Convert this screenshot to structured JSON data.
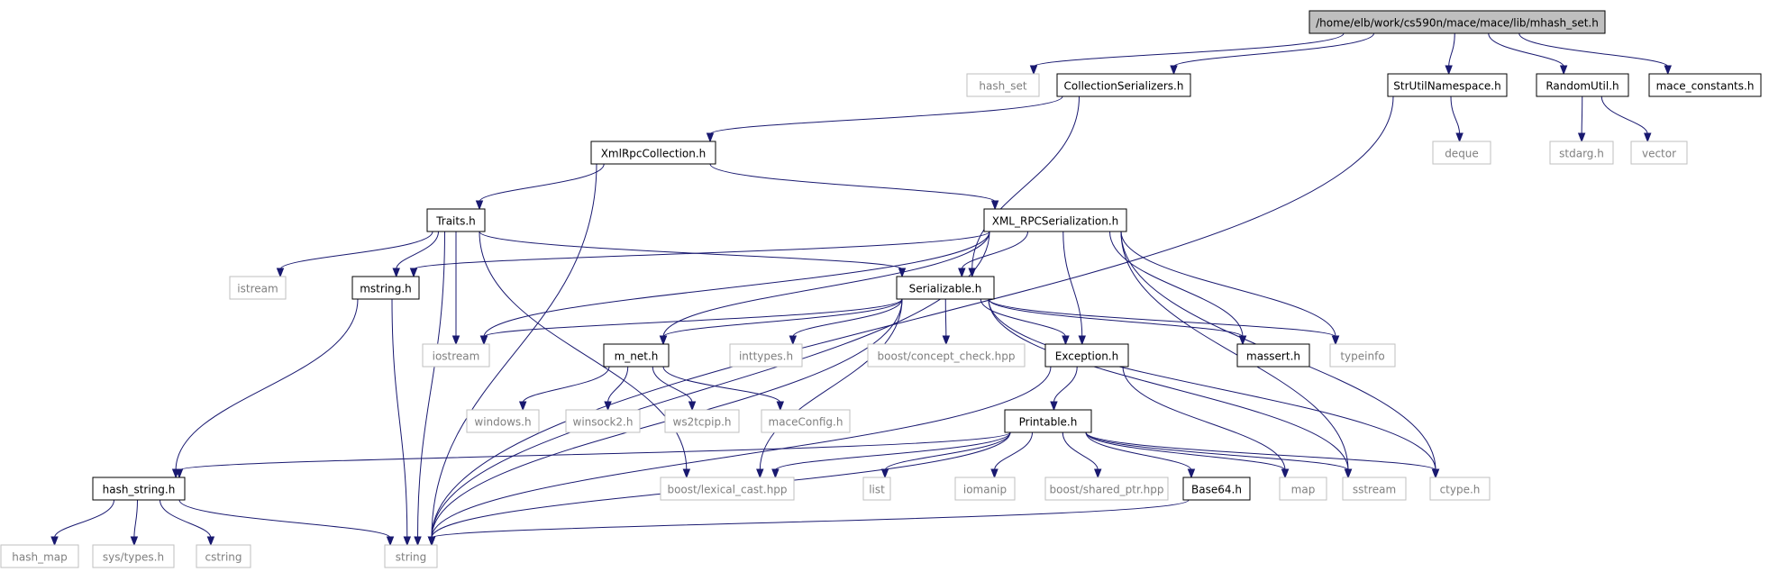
{
  "root": "mhash_set",
  "nodes": {
    "mhash_set": {
      "label": "/home/elb/work/cs590n/mace/mace/lib/mhash_set.h",
      "kind": "root"
    },
    "hash_set": {
      "label": "hash_set",
      "kind": "external"
    },
    "CollectionSerializers": {
      "label": "CollectionSerializers.h",
      "kind": "local"
    },
    "StrUtilNamespace": {
      "label": "StrUtilNamespace.h",
      "kind": "local"
    },
    "RandomUtil": {
      "label": "RandomUtil.h",
      "kind": "local"
    },
    "mace_constants": {
      "label": "mace_constants.h",
      "kind": "local"
    },
    "deque": {
      "label": "deque",
      "kind": "external"
    },
    "stdarg": {
      "label": "stdarg.h",
      "kind": "external"
    },
    "vector": {
      "label": "vector",
      "kind": "external"
    },
    "XmlRpcCollection": {
      "label": "XmlRpcCollection.h",
      "kind": "local"
    },
    "Traits": {
      "label": "Traits.h",
      "kind": "local"
    },
    "XML_RPCSerialization": {
      "label": "XML_RPCSerialization.h",
      "kind": "local"
    },
    "istream": {
      "label": "istream",
      "kind": "external"
    },
    "mstring": {
      "label": "mstring.h",
      "kind": "local"
    },
    "Serializable": {
      "label": "Serializable.h",
      "kind": "local"
    },
    "iostream": {
      "label": "iostream",
      "kind": "external"
    },
    "m_net": {
      "label": "m_net.h",
      "kind": "local"
    },
    "inttypes": {
      "label": "inttypes.h",
      "kind": "external"
    },
    "concept_check": {
      "label": "boost/concept_check.hpp",
      "kind": "external"
    },
    "Exception": {
      "label": "Exception.h",
      "kind": "local"
    },
    "massert": {
      "label": "massert.h",
      "kind": "local"
    },
    "typeinfo": {
      "label": "typeinfo",
      "kind": "external"
    },
    "windows": {
      "label": "windows.h",
      "kind": "external"
    },
    "winsock2": {
      "label": "winsock2.h",
      "kind": "external"
    },
    "ws2tcpip": {
      "label": "ws2tcpip.h",
      "kind": "external"
    },
    "maceConfig": {
      "label": "maceConfig.h",
      "kind": "external"
    },
    "Printable": {
      "label": "Printable.h",
      "kind": "local"
    },
    "hash_string": {
      "label": "hash_string.h",
      "kind": "local"
    },
    "lexical_cast": {
      "label": "boost/lexical_cast.hpp",
      "kind": "external"
    },
    "list": {
      "label": "list",
      "kind": "external"
    },
    "iomanip": {
      "label": "iomanip",
      "kind": "external"
    },
    "shared_ptr": {
      "label": "boost/shared_ptr.hpp",
      "kind": "external"
    },
    "Base64": {
      "label": "Base64.h",
      "kind": "local"
    },
    "map": {
      "label": "map",
      "kind": "external"
    },
    "sstream": {
      "label": "sstream",
      "kind": "external"
    },
    "ctype": {
      "label": "ctype.h",
      "kind": "external"
    },
    "hash_map": {
      "label": "hash_map",
      "kind": "external"
    },
    "sys_types": {
      "label": "sys/types.h",
      "kind": "external"
    },
    "cstring": {
      "label": "cstring",
      "kind": "external"
    },
    "string": {
      "label": "string",
      "kind": "external"
    }
  },
  "edges": [
    [
      "mhash_set",
      "hash_set"
    ],
    [
      "mhash_set",
      "CollectionSerializers"
    ],
    [
      "mhash_set",
      "StrUtilNamespace"
    ],
    [
      "mhash_set",
      "RandomUtil"
    ],
    [
      "mhash_set",
      "mace_constants"
    ],
    [
      "StrUtilNamespace",
      "deque"
    ],
    [
      "StrUtilNamespace",
      "string"
    ],
    [
      "RandomUtil",
      "stdarg"
    ],
    [
      "RandomUtil",
      "vector"
    ],
    [
      "CollectionSerializers",
      "XmlRpcCollection"
    ],
    [
      "CollectionSerializers",
      "Serializable"
    ],
    [
      "XmlRpcCollection",
      "Traits"
    ],
    [
      "XmlRpcCollection",
      "XML_RPCSerialization"
    ],
    [
      "XmlRpcCollection",
      "string"
    ],
    [
      "Traits",
      "istream"
    ],
    [
      "Traits",
      "mstring"
    ],
    [
      "Traits",
      "iostream"
    ],
    [
      "Traits",
      "Serializable"
    ],
    [
      "Traits",
      "lexical_cast"
    ],
    [
      "Traits",
      "string"
    ],
    [
      "XML_RPCSerialization",
      "mstring"
    ],
    [
      "XML_RPCSerialization",
      "Serializable"
    ],
    [
      "XML_RPCSerialization",
      "iostream"
    ],
    [
      "XML_RPCSerialization",
      "m_net"
    ],
    [
      "XML_RPCSerialization",
      "Exception"
    ],
    [
      "XML_RPCSerialization",
      "massert"
    ],
    [
      "XML_RPCSerialization",
      "typeinfo"
    ],
    [
      "XML_RPCSerialization",
      "sstream"
    ],
    [
      "XML_RPCSerialization",
      "ctype"
    ],
    [
      "XML_RPCSerialization",
      "string"
    ],
    [
      "mstring",
      "hash_string"
    ],
    [
      "mstring",
      "string"
    ],
    [
      "Serializable",
      "iostream"
    ],
    [
      "Serializable",
      "m_net"
    ],
    [
      "Serializable",
      "inttypes"
    ],
    [
      "Serializable",
      "concept_check"
    ],
    [
      "Serializable",
      "Exception"
    ],
    [
      "Serializable",
      "massert"
    ],
    [
      "Serializable",
      "typeinfo"
    ],
    [
      "Serializable",
      "lexical_cast"
    ],
    [
      "Serializable",
      "sstream"
    ],
    [
      "Serializable",
      "ctype"
    ],
    [
      "Serializable",
      "string"
    ],
    [
      "m_net",
      "windows"
    ],
    [
      "m_net",
      "winsock2"
    ],
    [
      "m_net",
      "ws2tcpip"
    ],
    [
      "m_net",
      "maceConfig"
    ],
    [
      "Exception",
      "Printable"
    ],
    [
      "Exception",
      "map"
    ],
    [
      "Exception",
      "string"
    ],
    [
      "Printable",
      "hash_string"
    ],
    [
      "Printable",
      "lexical_cast"
    ],
    [
      "Printable",
      "list"
    ],
    [
      "Printable",
      "iomanip"
    ],
    [
      "Printable",
      "shared_ptr"
    ],
    [
      "Printable",
      "Base64"
    ],
    [
      "Printable",
      "map"
    ],
    [
      "Printable",
      "sstream"
    ],
    [
      "Printable",
      "ctype"
    ],
    [
      "Printable",
      "string"
    ],
    [
      "Base64",
      "string"
    ],
    [
      "hash_string",
      "hash_map"
    ],
    [
      "hash_string",
      "sys_types"
    ],
    [
      "hash_string",
      "cstring"
    ],
    [
      "hash_string",
      "string"
    ]
  ]
}
